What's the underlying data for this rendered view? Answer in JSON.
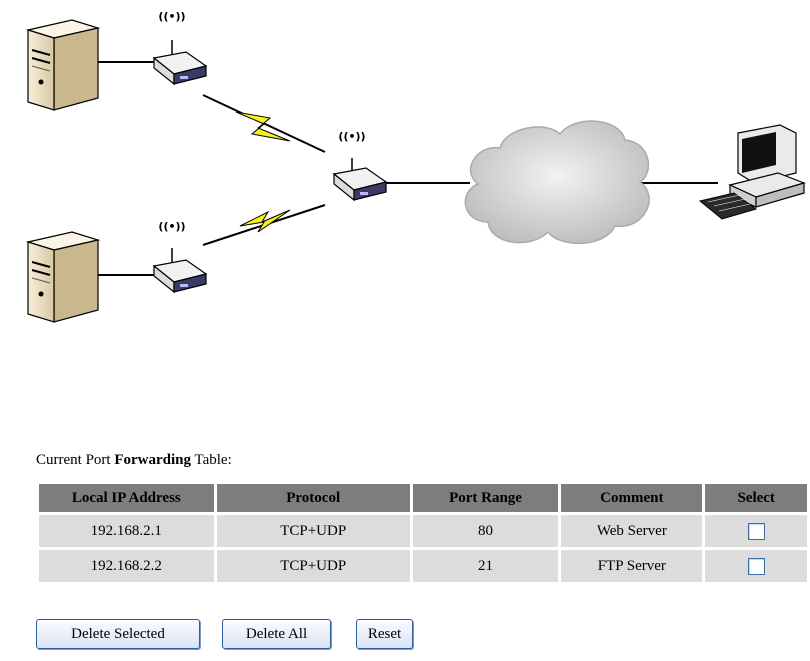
{
  "diagram": {
    "wifi_label": "((•))"
  },
  "table": {
    "title_prefix": "Current Port ",
    "title_bold": "Forwarding",
    "title_suffix": " Table:",
    "headers": [
      "Local IP Address",
      "Protocol",
      "Port Range",
      "Comment",
      "Select"
    ],
    "rows": [
      {
        "ip": "192.168.2.1",
        "protocol": "TCP+UDP",
        "port": "80",
        "comment": "Web Server",
        "selected": false
      },
      {
        "ip": "192.168.2.2",
        "protocol": "TCP+UDP",
        "port": "21",
        "comment": "FTP Server",
        "selected": false
      }
    ]
  },
  "buttons": {
    "delete_selected": "Delete Selected",
    "delete_all": "Delete All",
    "reset": "Reset"
  },
  "colors": {
    "header_bg": "#7d7d7d",
    "row_bg": "#dcdcdc",
    "bolt": "#f6f21a",
    "button_border": "#2f5d9e"
  }
}
